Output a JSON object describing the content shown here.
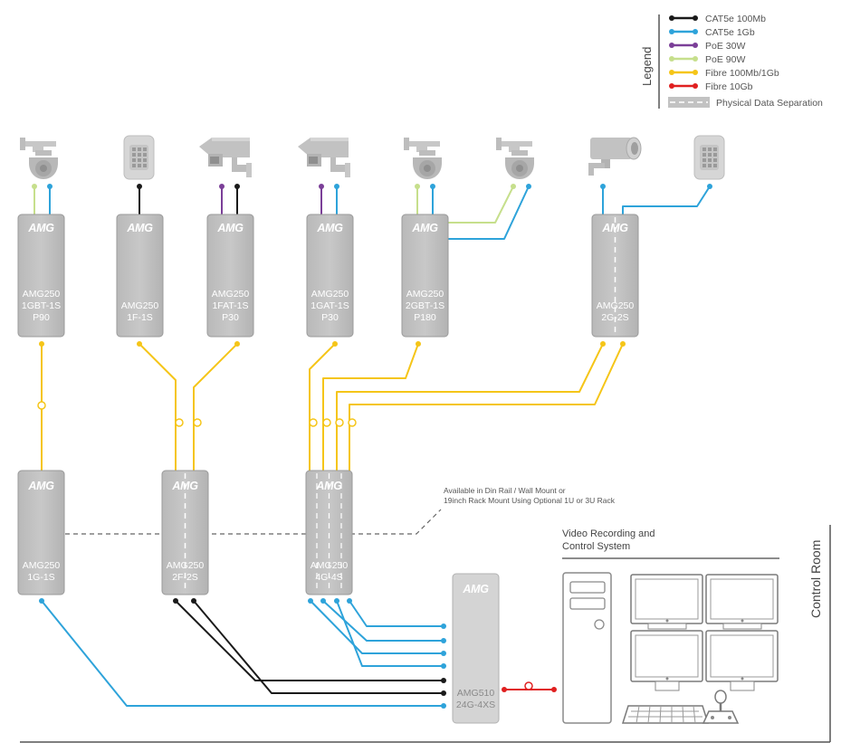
{
  "legend": {
    "title": "Legend",
    "items": [
      {
        "label": "CAT5e 100Mb",
        "color": "#1a1a1a"
      },
      {
        "label": "CAT5e 1Gb",
        "color": "#2ea3da"
      },
      {
        "label": "PoE 30W",
        "color": "#7b3f98"
      },
      {
        "label": "PoE 90W",
        "color": "#c6df8c"
      },
      {
        "label": "Fibre 100Mb/1Gb",
        "color": "#f5c518"
      },
      {
        "label": "Fibre 10Gb",
        "color": "#e02020"
      }
    ],
    "separation_label": "Physical Data Separation"
  },
  "edge_devices": [
    {
      "icon": "ptz-dome-camera-icon",
      "logo": "AMG",
      "model": [
        "AMG250",
        "1GBT-1S",
        "P90"
      ]
    },
    {
      "icon": "access-keypad-icon",
      "logo": "AMG",
      "model": [
        "AMG250",
        "1F-1S"
      ]
    },
    {
      "icon": "bullet-camera-icon",
      "logo": "AMG",
      "model": [
        "AMG250",
        "1FAT-1S",
        "P30"
      ]
    },
    {
      "icon": "bullet-camera-icon",
      "logo": "AMG",
      "model": [
        "AMG250",
        "1GAT-1S",
        "P30"
      ]
    },
    {
      "icon": "ptz-dome-camera-icon",
      "logo": "AMG",
      "model": [
        "AMG250",
        "2GBT-1S",
        "P180"
      ]
    },
    {
      "icon": "box-camera-icon",
      "logo": "AMG",
      "model": [
        "AMG250",
        "2G-2S"
      ]
    }
  ],
  "extra_icons": [
    "ptz-dome-camera-icon",
    "access-keypad-icon"
  ],
  "aggregators": [
    {
      "logo": "AMG",
      "model": [
        "AMG250",
        "1G-1S"
      ]
    },
    {
      "logo": "AMG",
      "model": [
        "AMG250",
        "2F-2S"
      ]
    },
    {
      "logo": "AMG",
      "model": [
        "AMG250",
        "4G-4S"
      ]
    }
  ],
  "core_switch": {
    "logo": "AMG",
    "model": [
      "AMG510",
      "24G-4XS"
    ]
  },
  "mount_note": [
    "Available in Din Rail / Wall Mount or",
    "19inch Rack Mount Using Optional 1U or 3U Rack"
  ],
  "vrcs_title": [
    "Video Recording and",
    "Control System"
  ],
  "control_room_label": "Control Room"
}
